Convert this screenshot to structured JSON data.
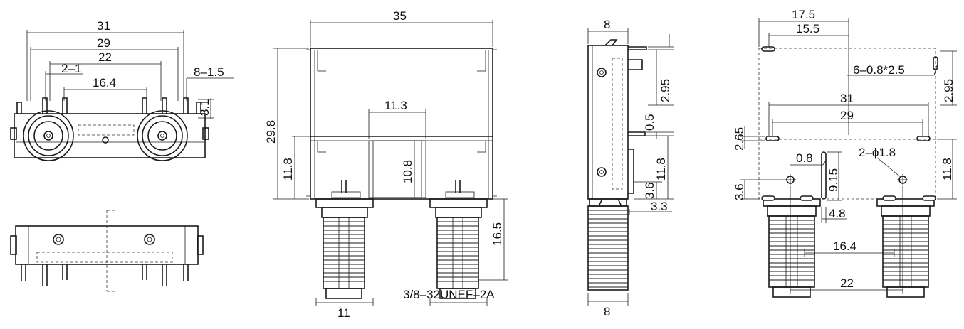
{
  "front_view": {
    "d31": "31",
    "d29": "29",
    "d22": "22",
    "d2_1": "2–1",
    "d8_15": "8–1.5",
    "d164": "16.4",
    "d31b": "3.1"
  },
  "main_view": {
    "d35": "35",
    "d298": "29.8",
    "d113": "11.3",
    "d118": "11.8",
    "d108": "10.8",
    "d165": "16.5",
    "d11": "11",
    "thread": "3/8–32UNEF–2A"
  },
  "side_view": {
    "d8top": "8",
    "d295": "2.95",
    "d05": "0.5",
    "d118": "11.8",
    "d36": "3.6",
    "d33": "3.3",
    "d8bot": "8"
  },
  "pcb_view": {
    "d175": "17.5",
    "d155": "15.5",
    "slot": "6–0.8*2.5",
    "d295": "2.95",
    "d31": "31",
    "d29": "29",
    "d265": "2.65",
    "d08": "0.8",
    "d915": "9.15",
    "hole": "2–ϕ1.8",
    "d118": "11.8",
    "d36": "3.6",
    "d48": "4.8",
    "d164": "16.4",
    "d22": "22"
  }
}
